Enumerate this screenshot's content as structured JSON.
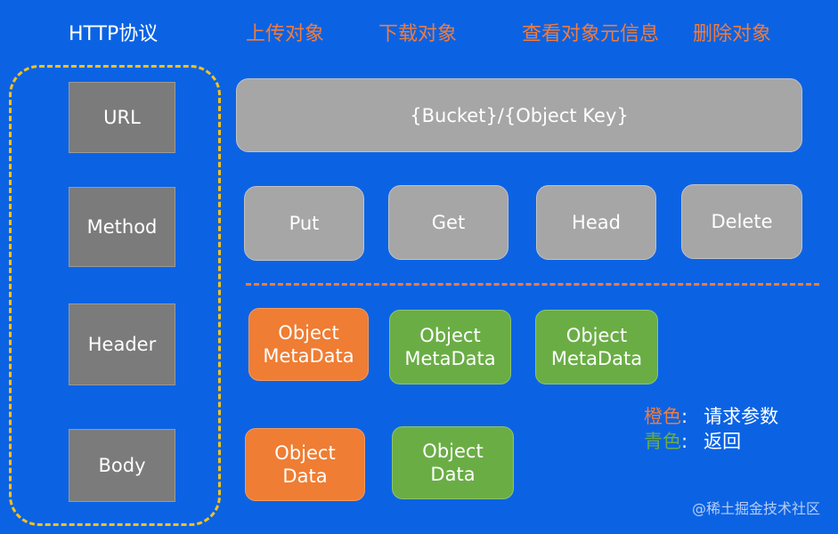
{
  "headers": {
    "protocol": "HTTP协议",
    "upload": "上传对象",
    "download": "下载对象",
    "view_meta": "查看对象元信息",
    "delete": "删除对象"
  },
  "protocol_parts": [
    "URL",
    "Method",
    "Header",
    "Body"
  ],
  "url_template": "{Bucket}/{Object Key}",
  "methods": [
    "Put",
    "Get",
    "Head",
    "Delete"
  ],
  "metadata_boxes": [
    {
      "line1": "Object",
      "line2": "MetaData",
      "kind": "request"
    },
    {
      "line1": "Object",
      "line2": "MetaData",
      "kind": "response"
    },
    {
      "line1": "Object",
      "line2": "MetaData",
      "kind": "response"
    }
  ],
  "data_boxes": [
    {
      "line1": "Object",
      "line2": "Data",
      "kind": "request"
    },
    {
      "line1": "Object",
      "line2": "Data",
      "kind": "response"
    }
  ],
  "legend": {
    "request_color_label": "橙色",
    "request_meaning": "请求参数",
    "response_color_label": "青色",
    "response_meaning": "返回",
    "colon": ":"
  },
  "watermark": "@稀土掘金技术社区",
  "colors": {
    "background": "#0b63e4",
    "request": "#ef7d33",
    "response": "#6aad45",
    "frame": "#f6c21b"
  }
}
